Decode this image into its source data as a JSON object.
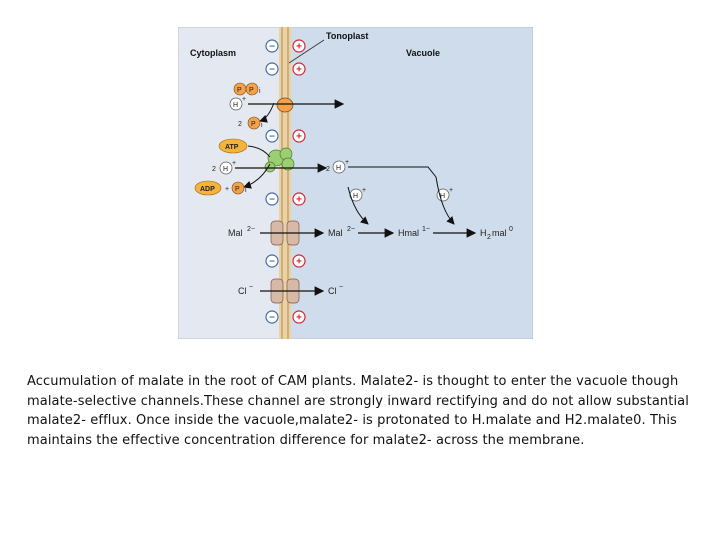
{
  "diagram": {
    "tonoplast_label": "Tonoplast",
    "cytoplasm_label": "Cytoplasm",
    "vacuole_label": "Vacuole",
    "p_symbol": "P",
    "pi_sub": "i",
    "h_symbol": "H",
    "plus": "+",
    "minus": "−",
    "two": "2",
    "atp": "ATP",
    "adp": "ADP",
    "mal_cyto": "Mal",
    "mal_cyto_sup": "2−",
    "mal_vac": "Mal",
    "mal_vac_sup": "2−",
    "hmal": "Hmal",
    "hmal_sup": "1−",
    "h2mal": "H",
    "h2mal_sub": "2",
    "h2mal_rest": "mal",
    "h2mal_sup": "0",
    "cl_cyto": "Cl",
    "cl_cyto_sup": "−",
    "cl_vac": "Cl",
    "cl_vac_sup": "−"
  },
  "caption": "Accumulation of malate in the root of CAM plants. Malate2- is thought to enter the vacuole though malate-selective channels.These channel are strongly inward rectifying and do not allow substantial malate2- efflux. Once inside the vacuole,malate2- is protonated to H.malate and H2.malate0. This maintains the effective concentration difference for malate2- across the membrane.",
  "colors": {
    "cytoplasm": "#e4e8f1",
    "vacuole": "#cfdcec",
    "membrane": "#e9d3a6",
    "minus_ring": "#3f6fa6",
    "plus_ring": "#d7262f",
    "pi": "#f2a24a",
    "atp": "#f6b33b",
    "pump": "#9ccf73"
  }
}
